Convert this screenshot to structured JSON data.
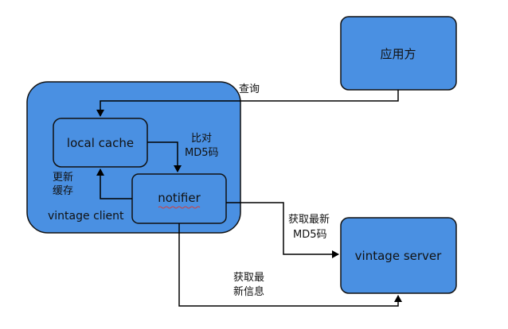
{
  "colors": {
    "box_fill": "#4a90e2",
    "box_stroke": "#111111",
    "arrow": "#000000",
    "squiggle": "#d04040"
  },
  "nodes": {
    "app": {
      "label": "应用方"
    },
    "client": {
      "label": "vintage client"
    },
    "local_cache": {
      "label": "local cache"
    },
    "notifier": {
      "label": "notifier"
    },
    "server": {
      "label": "vintage server"
    }
  },
  "edges": {
    "query": {
      "label": "查询"
    },
    "compare": {
      "line1": "比对",
      "line2": "MD5码"
    },
    "update": {
      "line1": "更新",
      "line2": "缓存"
    },
    "get_md5": {
      "line1": "获取最新",
      "line2": "MD5码"
    },
    "get_info": {
      "line1": "获取最",
      "line2": "新信息"
    }
  }
}
